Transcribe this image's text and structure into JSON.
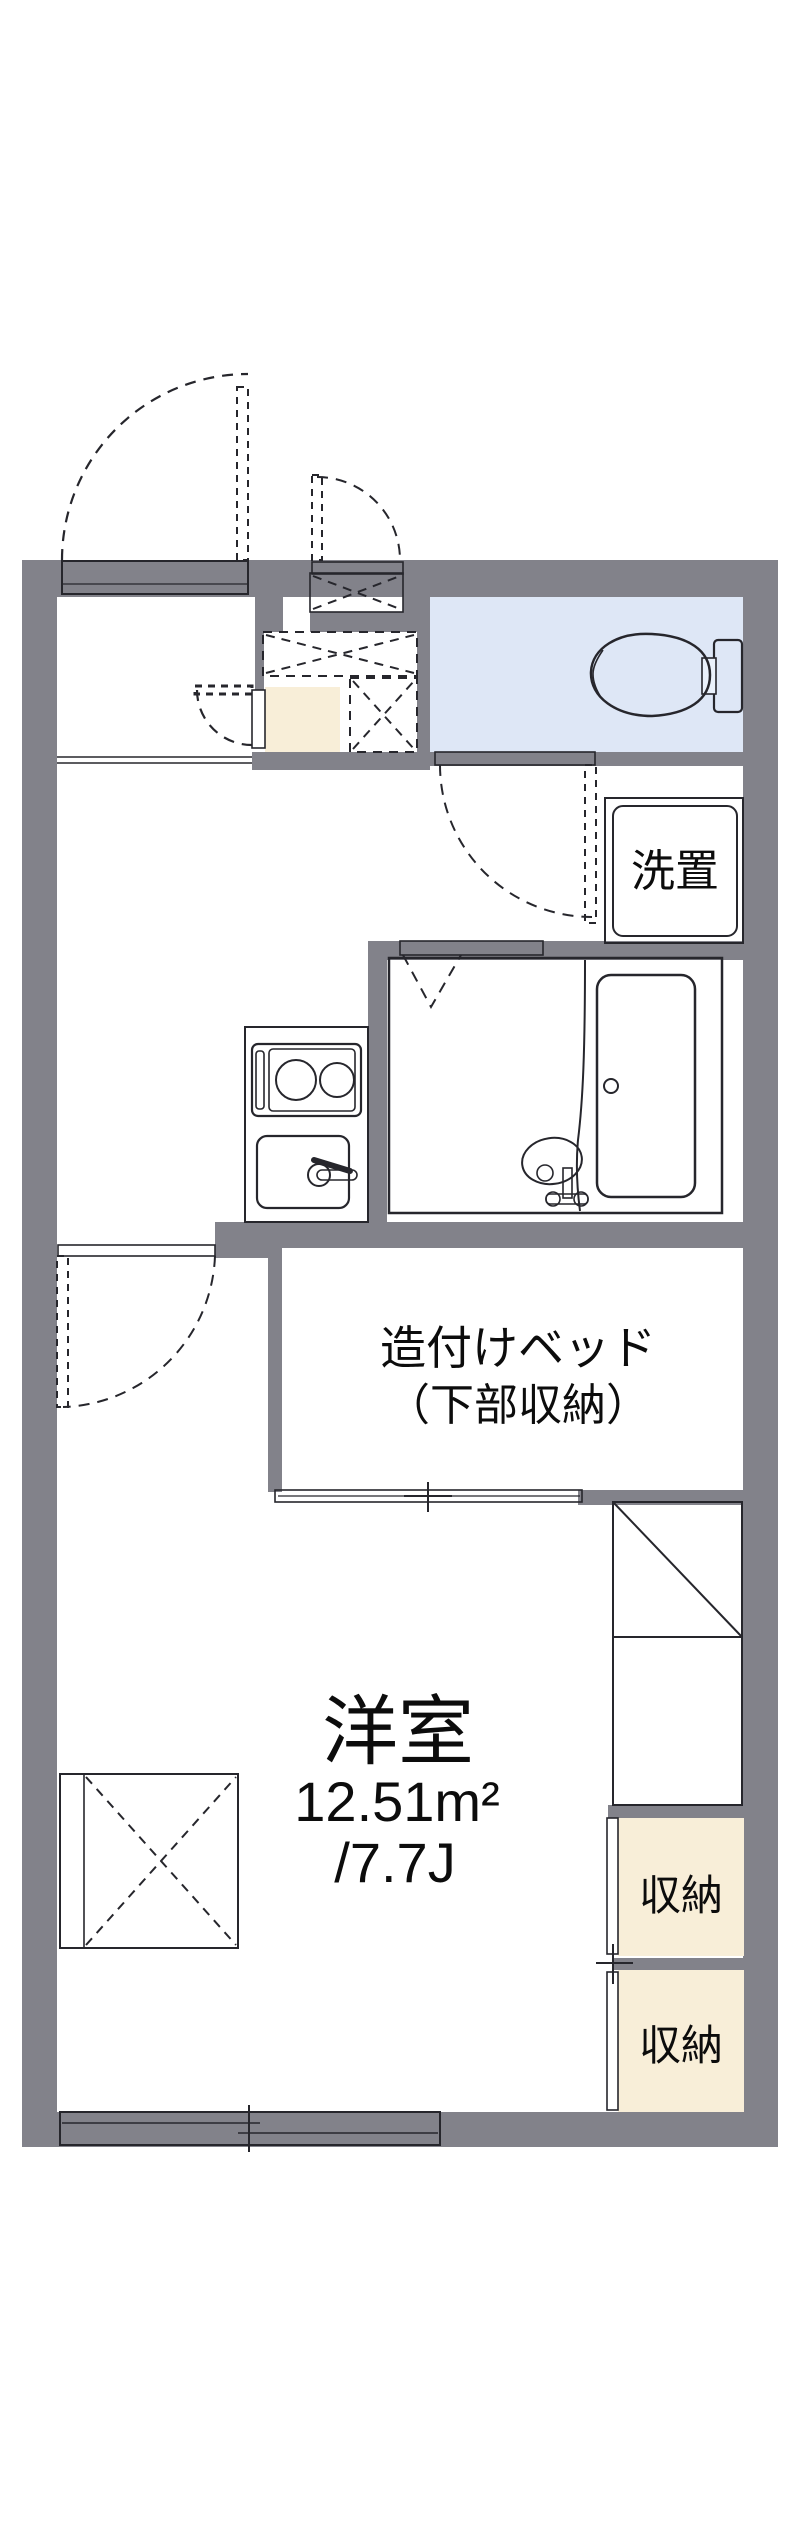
{
  "plan": {
    "type": "japanese-apartment-floor-plan",
    "rooms": {
      "laundry": {
        "label": "洗置"
      },
      "built_in_bed": {
        "line1": "造付けベッド",
        "line2": "（下部収納）"
      },
      "main_room": {
        "name": "洋室",
        "area_m2": "12.51m²",
        "area_tatami": "/7.7J"
      },
      "storage_upper": {
        "label": "収納"
      },
      "storage_lower": {
        "label": "収納"
      }
    },
    "colors": {
      "wall": "#82828a",
      "room": "#dee7f6",
      "fx": "#eaf1fb",
      "cream": "#f8eed8",
      "line": "#26262c",
      "text": "#0c0c0c",
      "bg": "#ffffff"
    }
  }
}
